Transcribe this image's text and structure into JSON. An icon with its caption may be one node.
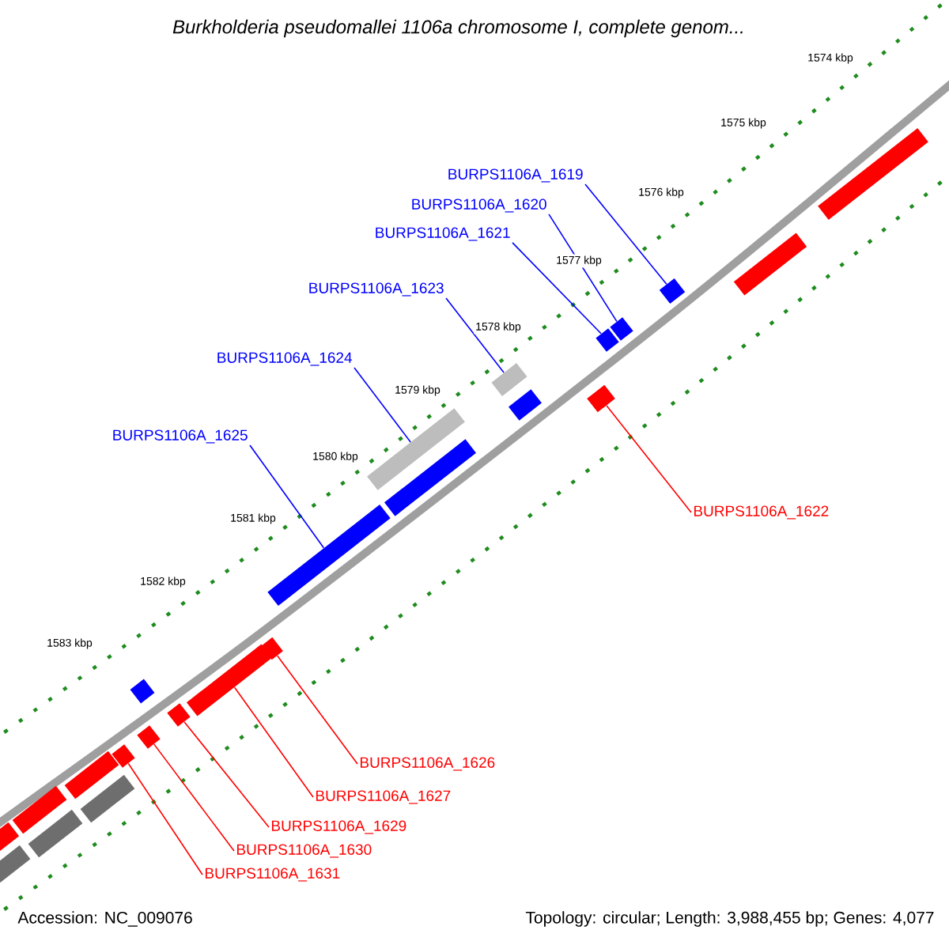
{
  "diagram": {
    "title": "Burkholderia pseudomallei 1106a chromosome I, complete genom...",
    "nodes": [
      {
        "text": [
          "BURPS1106A_1619"
        ]
      },
      {
        "text": [
          "BURPS1106A_1620"
        ]
      },
      {
        "text": [
          "BURPS1106A_1621"
        ]
      },
      {
        "text": [
          "BURPS1106A_1623"
        ]
      },
      {
        "text": [
          "BURPS1106A_1624"
        ]
      },
      {
        "text": [
          "BURPS1106A_1625"
        ]
      },
      {
        "text": [
          "BURPS1106A_1622"
        ]
      },
      {
        "text": [
          "BURPS1106A_1626"
        ]
      },
      {
        "text": [
          "BURPS1106A_1627"
        ]
      },
      {
        "text": [
          "BURPS1106A_1629"
        ]
      },
      {
        "text": [
          "BURPS1106A_1630"
        ]
      },
      {
        "text": [
          "BURPS1106A_1631"
        ]
      },
      {
        "text": [],
        "shape": "bar"
      },
      {
        "text": [],
        "shape": "bar"
      },
      {
        "text": [],
        "shape": "bar"
      },
      {
        "text": [],
        "shape": "bar"
      },
      {
        "text": [],
        "shape": "bar"
      },
      {
        "text": [],
        "shape": "bar"
      },
      {
        "text": [],
        "shape": "bar"
      },
      {
        "text": [],
        "shape": "bar"
      },
      {
        "text": [],
        "shape": "bar"
      },
      {
        "text": [],
        "shape": "bar"
      },
      {
        "text": [],
        "shape": "bar"
      },
      {
        "text": [],
        "shape": "bar"
      }
    ],
    "edges": [
      {
        "from": 0,
        "to": 12,
        "arrow": "none"
      },
      {
        "from": 1,
        "to": 13,
        "arrow": "none"
      },
      {
        "from": 2,
        "to": 14,
        "arrow": "none"
      },
      {
        "from": 3,
        "to": 15,
        "arrow": "none"
      },
      {
        "from": 4,
        "to": 16,
        "arrow": "none"
      },
      {
        "from": 5,
        "to": 17,
        "arrow": "none"
      },
      {
        "from": 6,
        "to": 18,
        "arrow": "none",
        "color": "#ff0000"
      },
      {
        "from": 7,
        "to": 19,
        "arrow": "none",
        "color": "#ff0000"
      },
      {
        "from": 8,
        "to": 20,
        "arrow": "none",
        "color": "#ff0000"
      },
      {
        "from": 9,
        "to": 21,
        "arrow": "none",
        "color": "#ff0000"
      },
      {
        "from": 10,
        "to": 22,
        "arrow": "none",
        "color": "#ff0000"
      },
      {
        "from": 11,
        "to": 23,
        "arrow": "none",
        "color": "#ff0000"
      }
    ],
    "labels": [
      "1574 kbp",
      "1575 kbp",
      "1576 kbp",
      "1577 kbp",
      "1578 kbp",
      "1579 kbp",
      "1580 kbp",
      "1581 kbp",
      "1582 kbp",
      "1583 kbp",
      "Accession: NC_009076",
      "Topology: circular; Length: 3,988,455 bp; Genes: 4,077"
    ]
  }
}
